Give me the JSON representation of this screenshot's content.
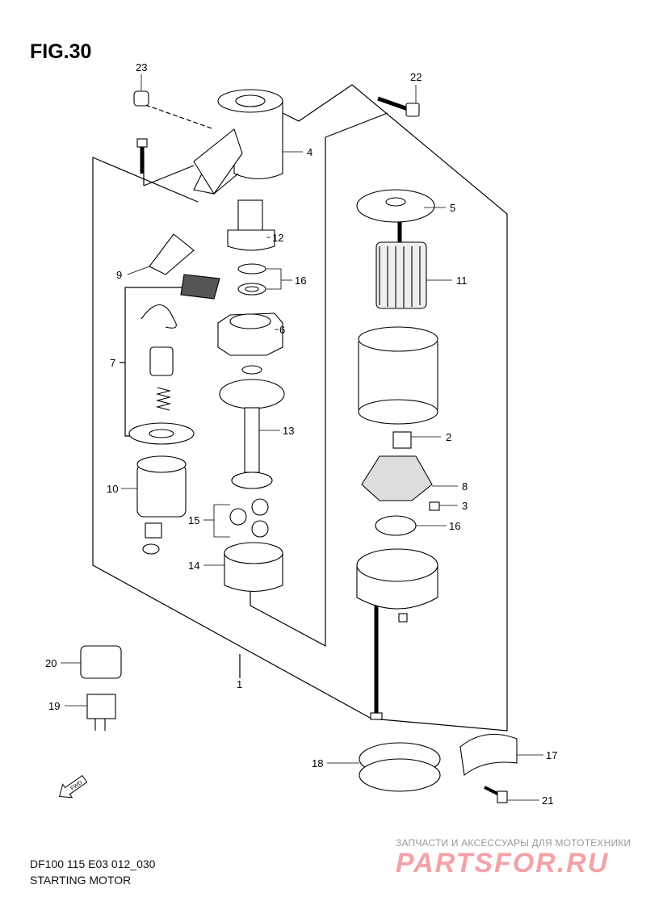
{
  "figure": {
    "title": "FIG.30"
  },
  "footer": {
    "model_code": "DF100 115 E03 012_030",
    "caption": "STARTING MOTOR"
  },
  "watermark": {
    "tagline": "ЗАПЧАСТИ И АКСЕССУАРЫ ДЛЯ МОТОТЕХНИКИ",
    "brand": "PARTSFOR.RU",
    "color": "#f2a3a8"
  },
  "direction_icon": {
    "label": "FWD",
    "icon": "arrow-forward-icon"
  },
  "callouts": [
    {
      "id": "23"
    },
    {
      "id": "22"
    },
    {
      "id": "4"
    },
    {
      "id": "5"
    },
    {
      "id": "12"
    },
    {
      "id": "9"
    },
    {
      "id": "16"
    },
    {
      "id": "11"
    },
    {
      "id": "6"
    },
    {
      "id": "7"
    },
    {
      "id": "13"
    },
    {
      "id": "2"
    },
    {
      "id": "8"
    },
    {
      "id": "10"
    },
    {
      "id": "3"
    },
    {
      "id": "15"
    },
    {
      "id": "16"
    },
    {
      "id": "14"
    },
    {
      "id": "1"
    },
    {
      "id": "20"
    },
    {
      "id": "19"
    },
    {
      "id": "18"
    },
    {
      "id": "17"
    },
    {
      "id": "21"
    }
  ]
}
